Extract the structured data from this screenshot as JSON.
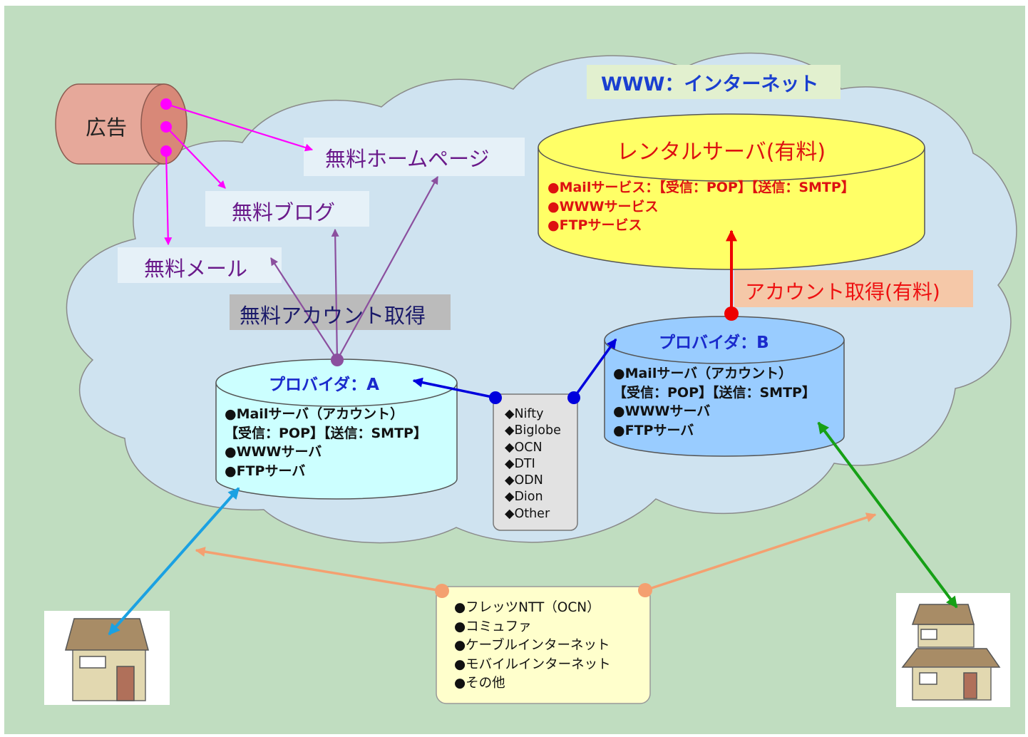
{
  "colors": {
    "background": "#c0ddc0",
    "cloud": "#cfe3f0",
    "server_rental": "#ffff66",
    "server_a": "#ccffff",
    "server_b": "#99ccff",
    "ad": "#e6a89a",
    "free_arrows": "#ff00ff",
    "account_arrows": "#8b4f9e",
    "provider_arrows": "#0000dd",
    "paid_arrow": "#ee0000",
    "line_arrows": "#f4a070",
    "home_a_arrow": "#1ba1e2",
    "home_b_arrow": "#16a016"
  },
  "internet_label": "WWW：インターネット",
  "ad_label": "広告",
  "free_services": {
    "homepage": "無料ホームページ",
    "blog": "無料ブログ",
    "mail": "無料メール"
  },
  "free_account_label": "無料アカウント取得",
  "paid_account_label": "アカウント取得(有料)",
  "rental_server": {
    "title": "レンタルサーバ(有料)",
    "lines": [
      "●Mailサービス：【受信：POP】【送信：SMTP】",
      "●WWWサービス",
      "●FTPサービス"
    ]
  },
  "provider_a": {
    "title": "プロバイダ：A",
    "lines": [
      "●Mailサーバ（アカウント）",
      "【受信：POP】【送信：SMTP】",
      "●WWWサーバ",
      "●FTPサーバ"
    ]
  },
  "provider_b": {
    "title": "プロバイダ：B",
    "lines": [
      "●Mailサーバ（アカウント）",
      "【受信：POP】【送信：SMTP】",
      "●WWWサーバ",
      "●FTPサーバ"
    ]
  },
  "isp_list": [
    "◆Nifty",
    "◆Biglobe",
    "◆OCN",
    "◆DTI",
    "◆ODN",
    "◆Dion",
    "◆Other"
  ],
  "line_list": [
    "●フレッツNTT（OCN）",
    "●コミュファ",
    "●ケーブルインターネット",
    "●モバイルインターネット",
    "●その他"
  ],
  "icons": {
    "home_a": "house-icon",
    "home_b": "two-story-house-icon"
  }
}
